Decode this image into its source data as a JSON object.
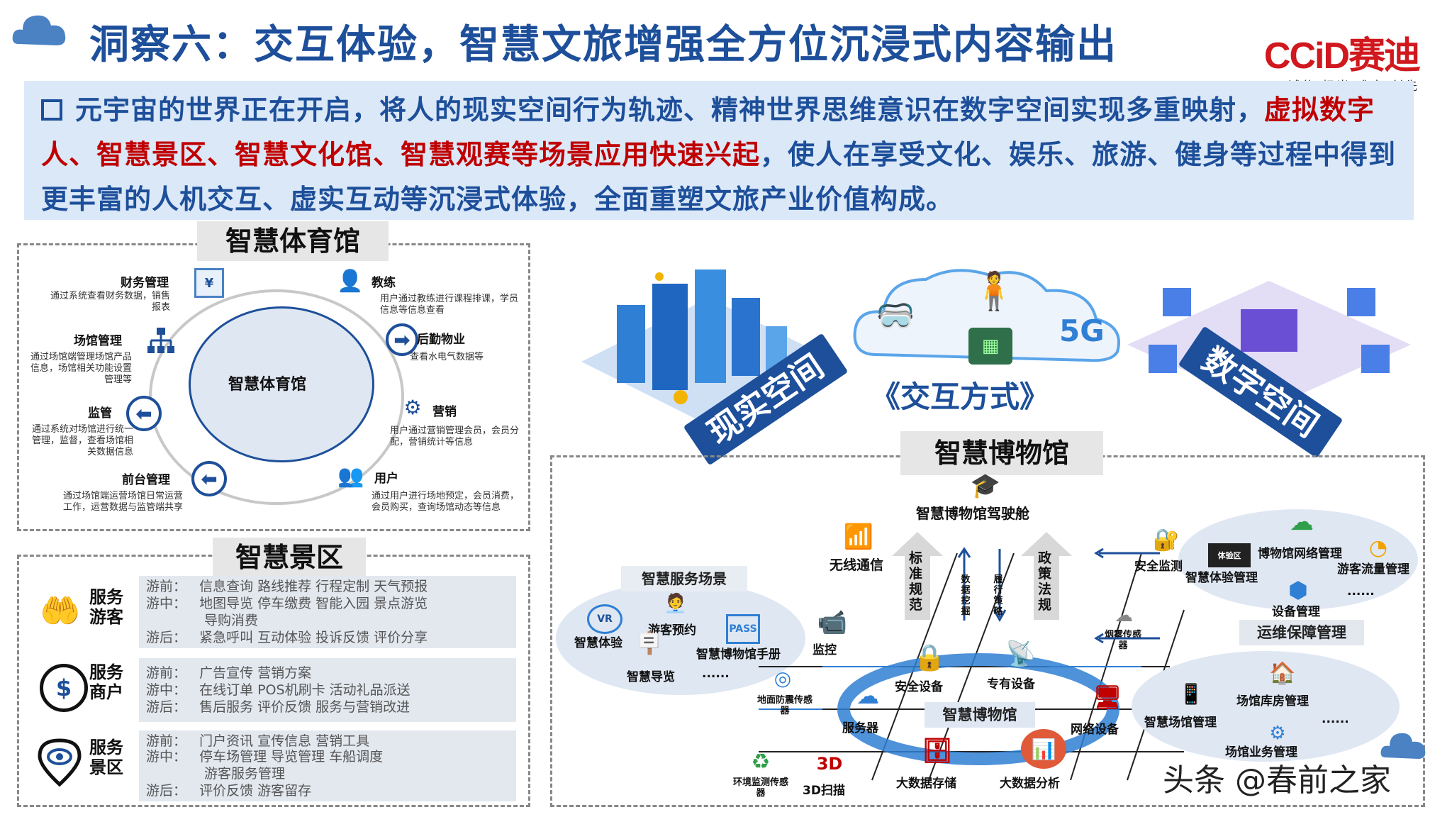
{
  "header": {
    "title": "洞察六：交互体验，智慧文旅增强全方位沉浸式内容输出",
    "logo_text": "CCiD赛迪",
    "logo_tagline": "诚信·担当·唯实·创先"
  },
  "intro": {
    "part1": "元宇宙的世界正在开启，将人的现实空间行为轨迹、精神世界思维意识在数字空间实现多重映射，",
    "part2_red": "虚拟数字人、智慧景区、智慧文化馆、智慧观赛等场景应用快速兴起",
    "part3": "，使人在享受文化、娱乐、旅游、健身等过程中得到更丰富的人机交互、虚实互动等沉浸式体验，全面重塑文旅产业价值构成。"
  },
  "gym": {
    "title": "智慧体育馆",
    "center": "智慧体育馆",
    "items": [
      {
        "label": "财务管理",
        "desc": "通过系统查看财务数据，销售报表"
      },
      {
        "label": "场馆管理",
        "desc": "通过场馆端管理场馆产品信息，场馆相关功能设置管理等"
      },
      {
        "label": "监管",
        "desc": "通过系统对场馆进行统一管理，监督，查看场馆相关数据信息"
      },
      {
        "label": "前台管理",
        "desc": "通过场馆端运营场馆日常运营工作，运营数据与监管端共享"
      },
      {
        "label": "教练",
        "desc": "用户通过教练进行课程排课，学员信息等信息查看"
      },
      {
        "label": "后勤物业",
        "desc": "查看水电气数据等"
      },
      {
        "label": "营销",
        "desc": "用户通过营销管理会员，会员分配，营销统计等信息"
      },
      {
        "label": "用户",
        "desc": "通过用户进行场地预定，会员消费，会员购买，查询场馆动态等信息"
      }
    ]
  },
  "scenic": {
    "title": "智慧景区",
    "groups": [
      {
        "name": "服务游客",
        "lines": [
          [
            "游前：",
            "信息查询  路线推荐  行程定制  天气预报"
          ],
          [
            "游中：",
            "地图导览  停车缴费  智能入园  景点游览"
          ],
          [
            "",
            "导购消费"
          ],
          [
            "游后：",
            "紧急呼叫  互动体验  投诉反馈  评价分享"
          ]
        ]
      },
      {
        "name": "服务商户",
        "lines": [
          [
            "游前：",
            "广告宣传  营销方案"
          ],
          [
            "游中：",
            "在线订单  POS机刷卡  活动礼品派送"
          ],
          [
            "游后：",
            "售后服务  评价反馈  服务与营销改进"
          ]
        ]
      },
      {
        "name": "服务景区",
        "lines": [
          [
            "游前：",
            "门户资讯  宣传信息  营销工具"
          ],
          [
            "游中：",
            "停车场管理  导览管理  车船调度"
          ],
          [
            "",
            "游客服务管理"
          ],
          [
            "游后：",
            "评价反馈  游客留存"
          ]
        ]
      }
    ]
  },
  "interaction": {
    "real_space": "现实空间",
    "digital_space": "数字空间",
    "mode": "交互方式",
    "badge_5g": "5G"
  },
  "museum": {
    "title": "智慧博物馆",
    "cockpit": "智慧博物馆驾驶舱",
    "wireless": "无线通信",
    "std": "标准规范",
    "policy": "政策法规",
    "data_mining": "数据挖掘",
    "perform": "履行策略",
    "service_scene": "智慧服务场景",
    "vr_experience": "智慧体验",
    "booking": "游客预约",
    "handbook": "智慧博物馆手册",
    "guide": "智慧导览",
    "ellipsis": "......",
    "monitor": "监控",
    "quake": "地面防震传感器",
    "security_dev": "安全设备",
    "special_dev": "专有设备",
    "server": "服务器",
    "core": "智慧博物馆",
    "net_dev": "网络设备",
    "env": "环境监测传感器",
    "scan3d": "3D扫描",
    "bigdata_store": "大数据存储",
    "bigdata_analysis": "大数据分析",
    "smoke": "烟雾传感器",
    "safety_monitor": "安全监测",
    "exp_mgmt": "智慧体验管理",
    "exp_small": "体验区",
    "net_mgmt": "博物馆网络管理",
    "flow_mgmt": "游客流量管理",
    "device_mgmt": "设备管理",
    "ops": "运维保障管理",
    "warehouse": "场馆库房管理",
    "venue_mgmt": "智慧场馆管理",
    "business_mgmt": "场馆业务管理"
  },
  "watermark": "头条 @春前之家"
}
